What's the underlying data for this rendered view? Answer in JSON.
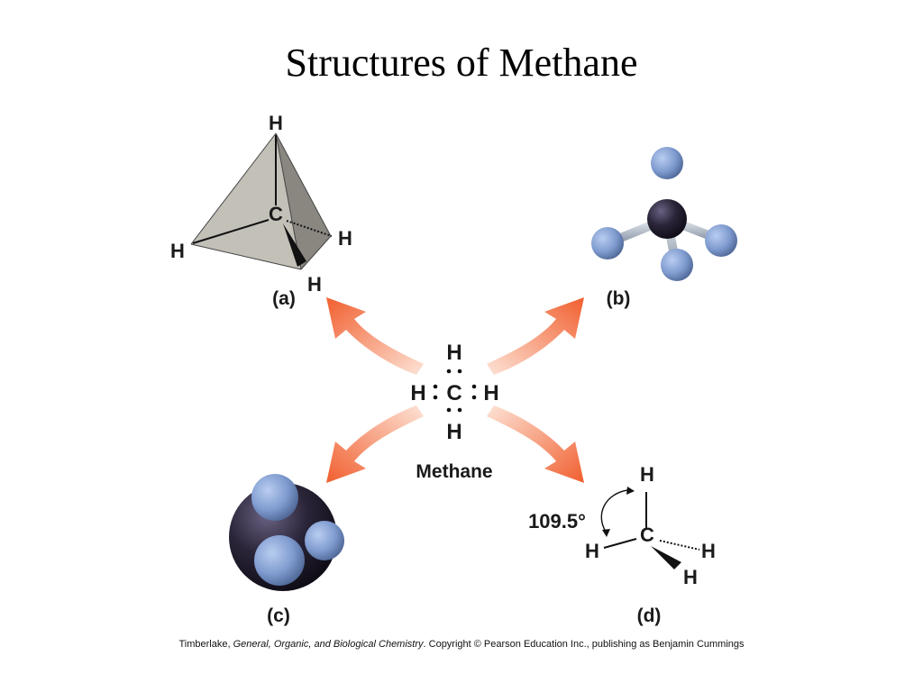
{
  "title": "Structures of Methane",
  "center": {
    "name": "Methane",
    "atoms": {
      "top": "H",
      "left": "H",
      "center": "C",
      "right": "H",
      "bottom": "H"
    }
  },
  "panels": {
    "a": {
      "label": "(a)",
      "atoms": {
        "top": "H",
        "center": "C",
        "left": "H",
        "right": "H",
        "bottom": "H"
      }
    },
    "b": {
      "label": "(b)"
    },
    "c": {
      "label": "(c)"
    },
    "d": {
      "label": "(d)",
      "angle": "109.5°",
      "atoms": {
        "top": "H",
        "center": "C",
        "left": "H",
        "right": "H",
        "bottom": "H"
      }
    }
  },
  "caption": {
    "author": "Timberlake, ",
    "book": "General, Organic, and Biological Chemistry",
    "rest": ". Copyright © Pearson Education Inc., publishing as Benjamin Cummings"
  },
  "colors": {
    "arrow": "#f26a3a",
    "carbon": "#1e1a2c",
    "hydrogen": "#7f9bcf",
    "tetra_face": "#b5b2aa"
  }
}
